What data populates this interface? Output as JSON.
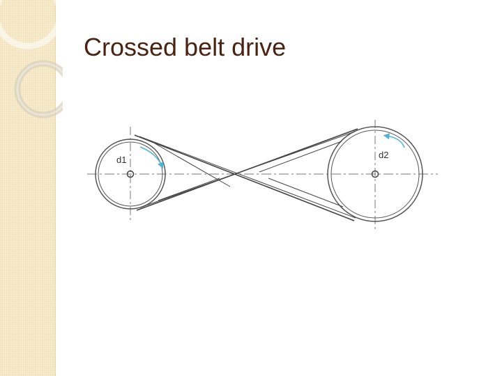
{
  "slide": {
    "title": "Crossed belt drive"
  },
  "diagram": {
    "labels": {
      "small_pulley": "d1",
      "large_pulley": "d2"
    },
    "colors": {
      "title": "#4a2412",
      "band": "#f6e9c6",
      "line": "#444444",
      "arrow": "#4fb3d6"
    }
  }
}
